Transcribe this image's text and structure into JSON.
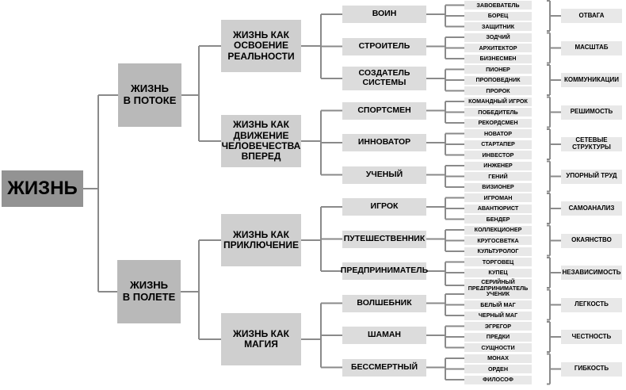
{
  "root": "ЖИЗНЬ",
  "branches": [
    {
      "label": "ЖИЗНЬ\nВ ПОТОКЕ",
      "groups": [
        {
          "label": "ЖИЗНЬ КАК\nОСВОЕНИЕ\nРЕАЛЬНОСТИ",
          "roles": [
            {
              "label": "ВОИН",
              "items": [
                "ЗАВОЕВАТЕЛЬ",
                "БОРЕЦ",
                "ЗАЩИТНИК"
              ],
              "quality": "ОТВАГА"
            },
            {
              "label": "СТРОИТЕЛЬ",
              "items": [
                "ЗОДЧИЙ",
                "АРХИТЕКТОР",
                "БИЗНЕСМЕН"
              ],
              "quality": "МАСШТАБ"
            },
            {
              "label": "СОЗДАТЕЛЬ\nСИСТЕМЫ",
              "items": [
                "ПИОНЕР",
                "ПРОПОВЕДНИК",
                "ПРОРОК"
              ],
              "quality": "КОММУНИКАЦИИ"
            }
          ]
        },
        {
          "label": "ЖИЗНЬ КАК\nДВИЖЕНИЕ\nЧЕЛОВЕЧЕСТВА\nВПЕРЕД",
          "roles": [
            {
              "label": "СПОРТСМЕН",
              "items": [
                "КОМАНДНЫЙ ИГРОК",
                "ПОБЕДИТЕЛЬ",
                "РЕКОРДСМЕН"
              ],
              "quality": "РЕШИМОСТЬ"
            },
            {
              "label": "ИННОВАТОР",
              "items": [
                "НОВАТОР",
                "СТАРТАПЕР",
                "ИНВЕСТОР"
              ],
              "quality": "СЕТЕВЫЕ СТРУКТУРЫ"
            },
            {
              "label": "УЧЕНЫЙ",
              "items": [
                "ИНЖЕНЕР",
                "ГЕНИЙ",
                "ВИЗИОНЕР"
              ],
              "quality": "УПОРНЫЙ ТРУД"
            }
          ]
        }
      ]
    },
    {
      "label": "ЖИЗНЬ\nВ ПОЛЕТЕ",
      "groups": [
        {
          "label": "ЖИЗНЬ КАК\nПРИКЛЮЧЕНИЕ",
          "roles": [
            {
              "label": "ИГРОК",
              "items": [
                "ИГРОМАН",
                "АВАНТЮРИСТ",
                "БЕНДЕР"
              ],
              "quality": "САМОАНАЛИЗ"
            },
            {
              "label": "ПУТЕШЕСТВЕННИК",
              "items": [
                "КОЛЛЕКЦИОНЕР",
                "КРУГОСВЕТКА",
                "КУЛЬТУРОЛОГ"
              ],
              "quality": "ОКАЯНСТВО"
            },
            {
              "label": "ПРЕДПРИНИМАТЕЛЬ",
              "items": [
                "ТОРГОВЕЦ",
                "КУПЕЦ",
                "СЕРИЙНЫЙ\nПРЕДПРИНИМАТЕЛЬ"
              ],
              "quality": "НЕЗАВИСИМОСТЬ"
            }
          ]
        },
        {
          "label": "ЖИЗНЬ КАК\nМАГИЯ",
          "roles": [
            {
              "label": "ВОЛШЕБНИК",
              "items": [
                "УЧЕНИК",
                "БЕЛЫЙ МАГ",
                "ЧЕРНЫЙ МАГ"
              ],
              "quality": "ЛЕГКОСТЬ"
            },
            {
              "label": "ШАМАН",
              "items": [
                "ЭГРЕГОР",
                "ПРЕДКИ",
                "СУЩНОСТИ"
              ],
              "quality": "ЧЕСТНОСТЬ"
            },
            {
              "label": "БЕССМЕРТНЫЙ",
              "items": [
                "МОНАХ",
                "ОРДЕН",
                "ФИЛОСОФ"
              ],
              "quality": "ГИБКОСТЬ"
            }
          ]
        }
      ]
    }
  ]
}
